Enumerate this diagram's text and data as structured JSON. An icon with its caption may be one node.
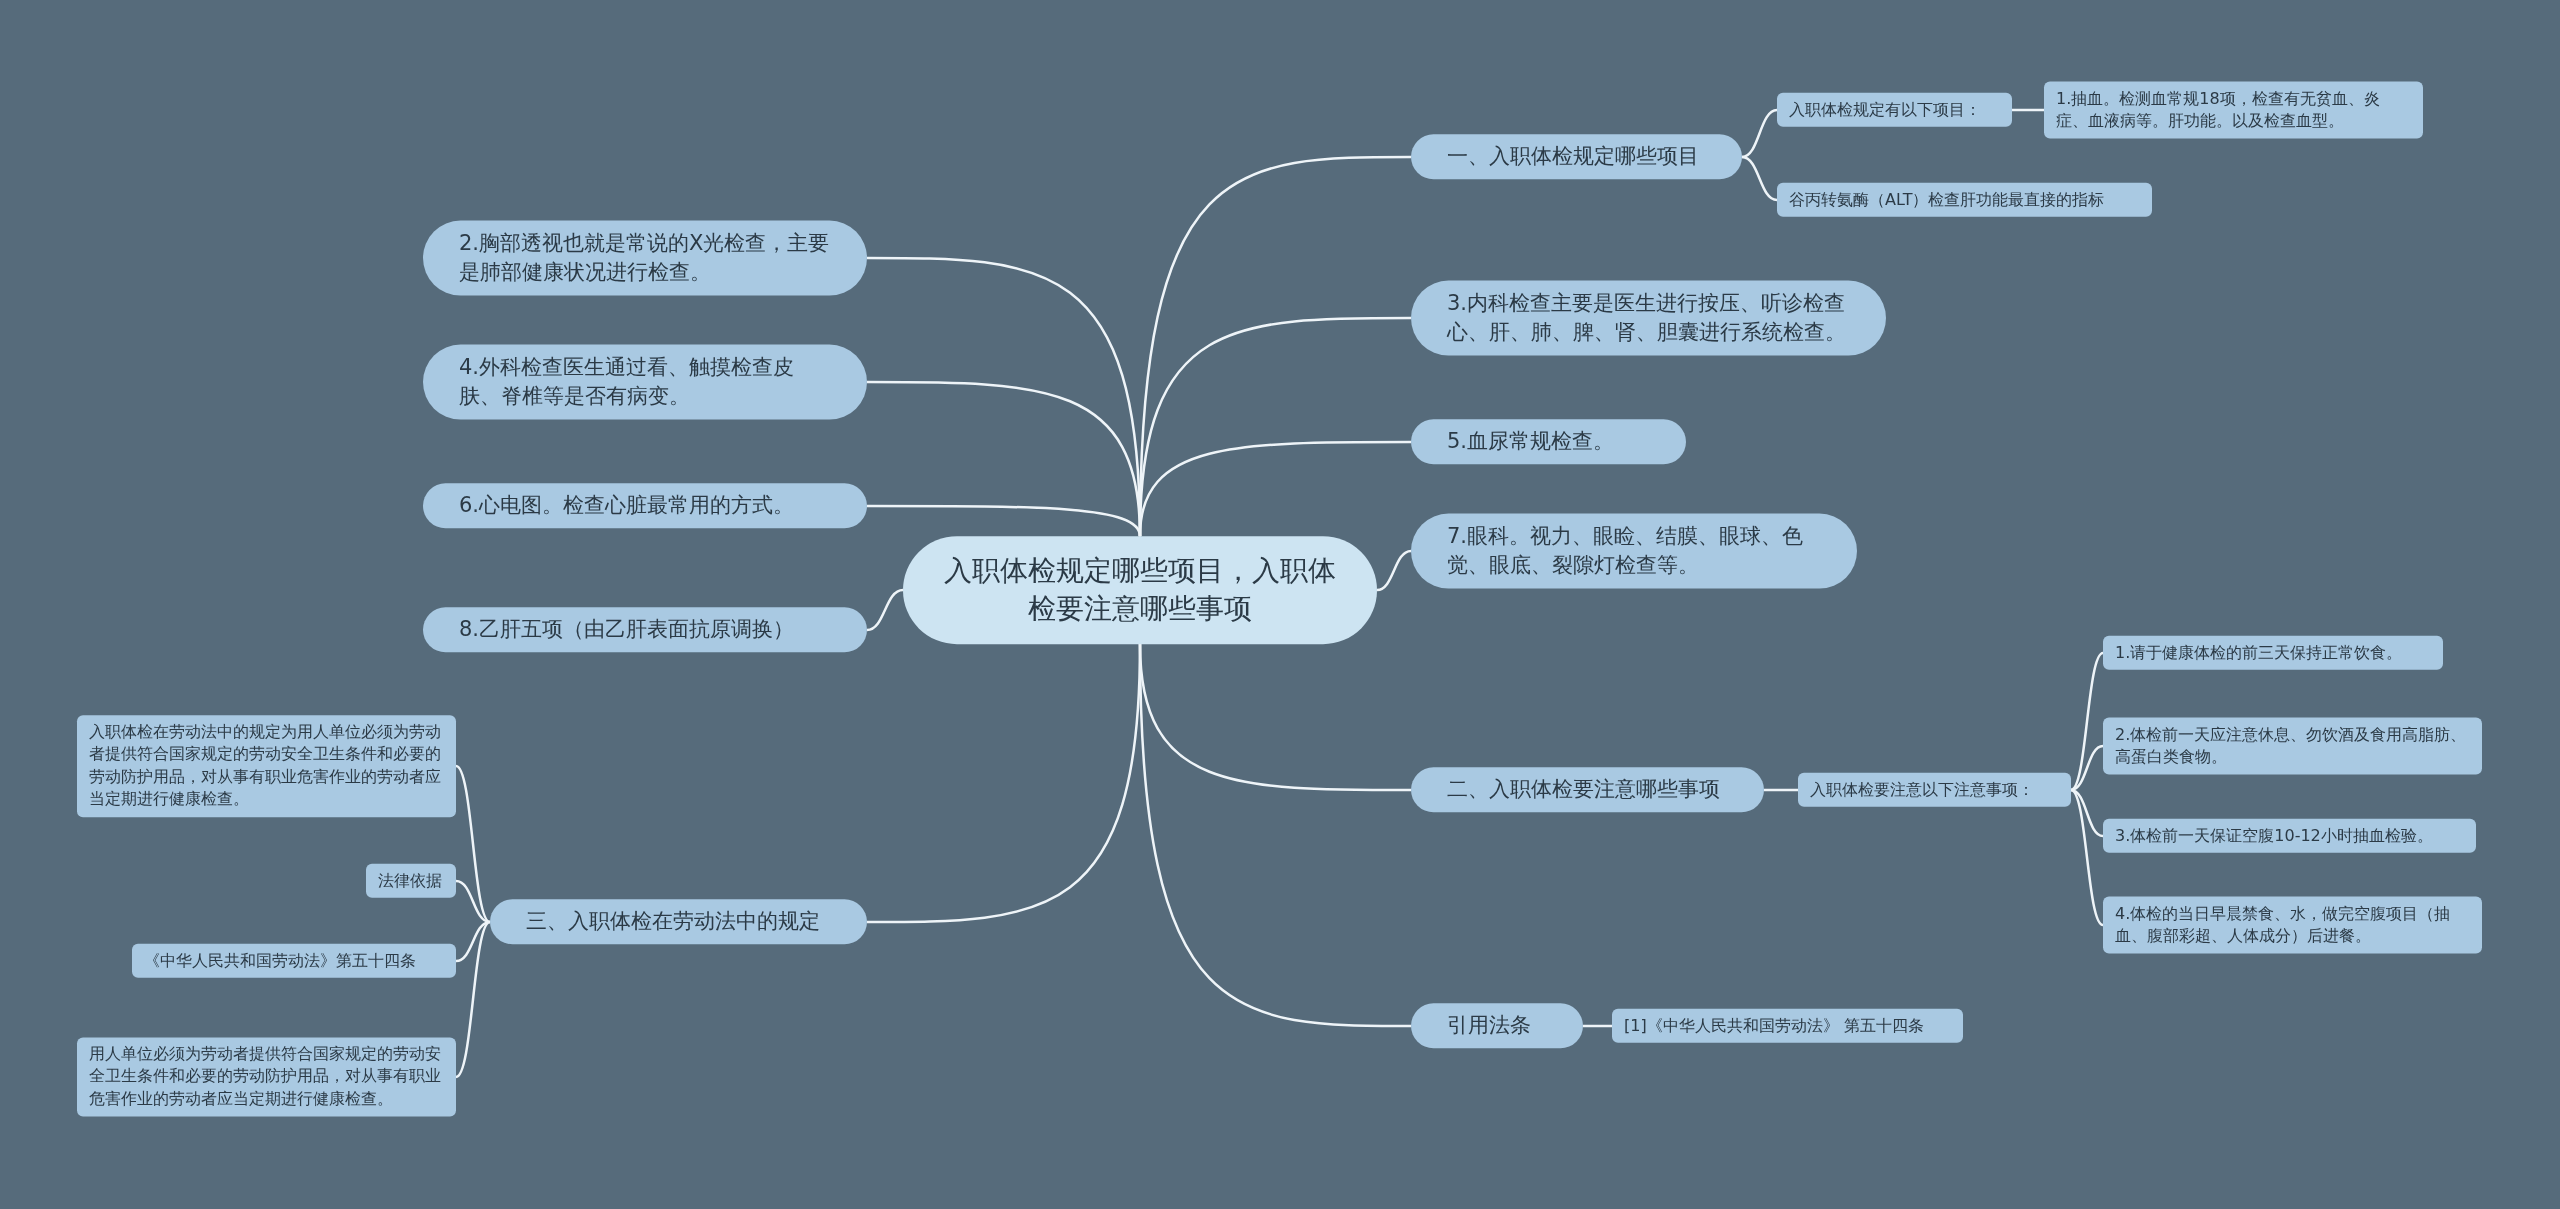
{
  "diagram": {
    "nodes": [
      {
        "text": [
          "入职体检规定哪些项目，入职体检要注意哪些事项"
        ]
      },
      {
        "text": [
          "一、入职体检规定哪些项目"
        ]
      },
      {
        "text": [
          "入职体检规定有以下项目："
        ]
      },
      {
        "text": [
          "1.抽血。检测血常规18项，检查有无贫血、炎症、血液病等。肝功能。以及检查血型。"
        ]
      },
      {
        "text": [
          "谷丙转氨酶（ALT）检查肝功能最直接的指标"
        ]
      },
      {
        "text": [
          "3.内科检查主要是医生进行按压、听诊检查心、肝、肺、脾、肾、胆囊进行系统检查。"
        ]
      },
      {
        "text": [
          "5.血尿常规检查。"
        ]
      },
      {
        "text": [
          "7.眼科。视力、眼睑、结膜、眼球、色觉、眼底、裂隙灯检查等。"
        ]
      },
      {
        "text": [
          "二、入职体检要注意哪些事项"
        ]
      },
      {
        "text": [
          "入职体检要注意以下注意事项："
        ]
      },
      {
        "text": [
          "1.请于健康体检的前三天保持正常饮食。"
        ]
      },
      {
        "text": [
          "2.体检前一天应注意休息、勿饮酒及食用高脂肪、高蛋白类食物。"
        ]
      },
      {
        "text": [
          "3.体检前一天保证空腹10-12小时抽血检验。"
        ]
      },
      {
        "text": [
          "4.体检的当日早晨禁食、水，做完空腹项目（抽血、腹部彩超、人体成分）后进餐。"
        ]
      },
      {
        "text": [
          "引用法条"
        ]
      },
      {
        "text": [
          "[1]《中华人民共和国劳动法》 第五十四条"
        ]
      },
      {
        "text": [
          "2.胸部透视也就是常说的X光检查，主要是肺部健康状况进行检查。"
        ]
      },
      {
        "text": [
          "4.外科检查医生通过看、触摸检查皮肤、脊椎等是否有病变。"
        ]
      },
      {
        "text": [
          "6.心电图。检查心脏最常用的方式。"
        ]
      },
      {
        "text": [
          "8.乙肝五项（由乙肝表面抗原调换）"
        ]
      },
      {
        "text": [
          "三、入职体检在劳动法中的规定"
        ]
      },
      {
        "text": [
          "入职体检在劳动法中的规定为用人单位必须为劳动者提供符合国家规定的劳动安全卫生条件和必要的劳动防护用品，对从事有职业危害作业的劳动者应当定期进行健康检查。"
        ]
      },
      {
        "text": [
          "法律依据"
        ]
      },
      {
        "text": [
          "《中华人民共和国劳动法》第五十四条"
        ]
      },
      {
        "text": [
          "用人单位必须为劳动者提供符合国家规定的劳动安全卫生条件和必要的劳动防护用品，对从事有职业危害作业的劳动者应当定期进行健康检查。"
        ]
      }
    ],
    "edges": [
      {
        "from": 0,
        "to": 1,
        "arrow": "none"
      },
      {
        "from": 1,
        "to": 2,
        "arrow": "none"
      },
      {
        "from": 2,
        "to": 3,
        "arrow": "none"
      },
      {
        "from": 1,
        "to": 4,
        "arrow": "none"
      },
      {
        "from": 0,
        "to": 5,
        "arrow": "none"
      },
      {
        "from": 0,
        "to": 6,
        "arrow": "none"
      },
      {
        "from": 0,
        "to": 7,
        "arrow": "none"
      },
      {
        "from": 0,
        "to": 8,
        "arrow": "none"
      },
      {
        "from": 8,
        "to": 9,
        "arrow": "none"
      },
      {
        "from": 9,
        "to": 10,
        "arrow": "none"
      },
      {
        "from": 9,
        "to": 11,
        "arrow": "none"
      },
      {
        "from": 9,
        "to": 12,
        "arrow": "none"
      },
      {
        "from": 9,
        "to": 13,
        "arrow": "none"
      },
      {
        "from": 0,
        "to": 14,
        "arrow": "none"
      },
      {
        "from": 14,
        "to": 15,
        "arrow": "none"
      },
      {
        "from": 0,
        "to": 16,
        "arrow": "none"
      },
      {
        "from": 0,
        "to": 17,
        "arrow": "none"
      },
      {
        "from": 0,
        "to": 18,
        "arrow": "none"
      },
      {
        "from": 0,
        "to": 19,
        "arrow": "none"
      },
      {
        "from": 0,
        "to": 20,
        "arrow": "none"
      },
      {
        "from": 20,
        "to": 21,
        "arrow": "none"
      },
      {
        "from": 20,
        "to": 22,
        "arrow": "none"
      },
      {
        "from": 20,
        "to": 23,
        "arrow": "none"
      },
      {
        "from": 20,
        "to": 24,
        "arrow": "none"
      }
    ]
  }
}
